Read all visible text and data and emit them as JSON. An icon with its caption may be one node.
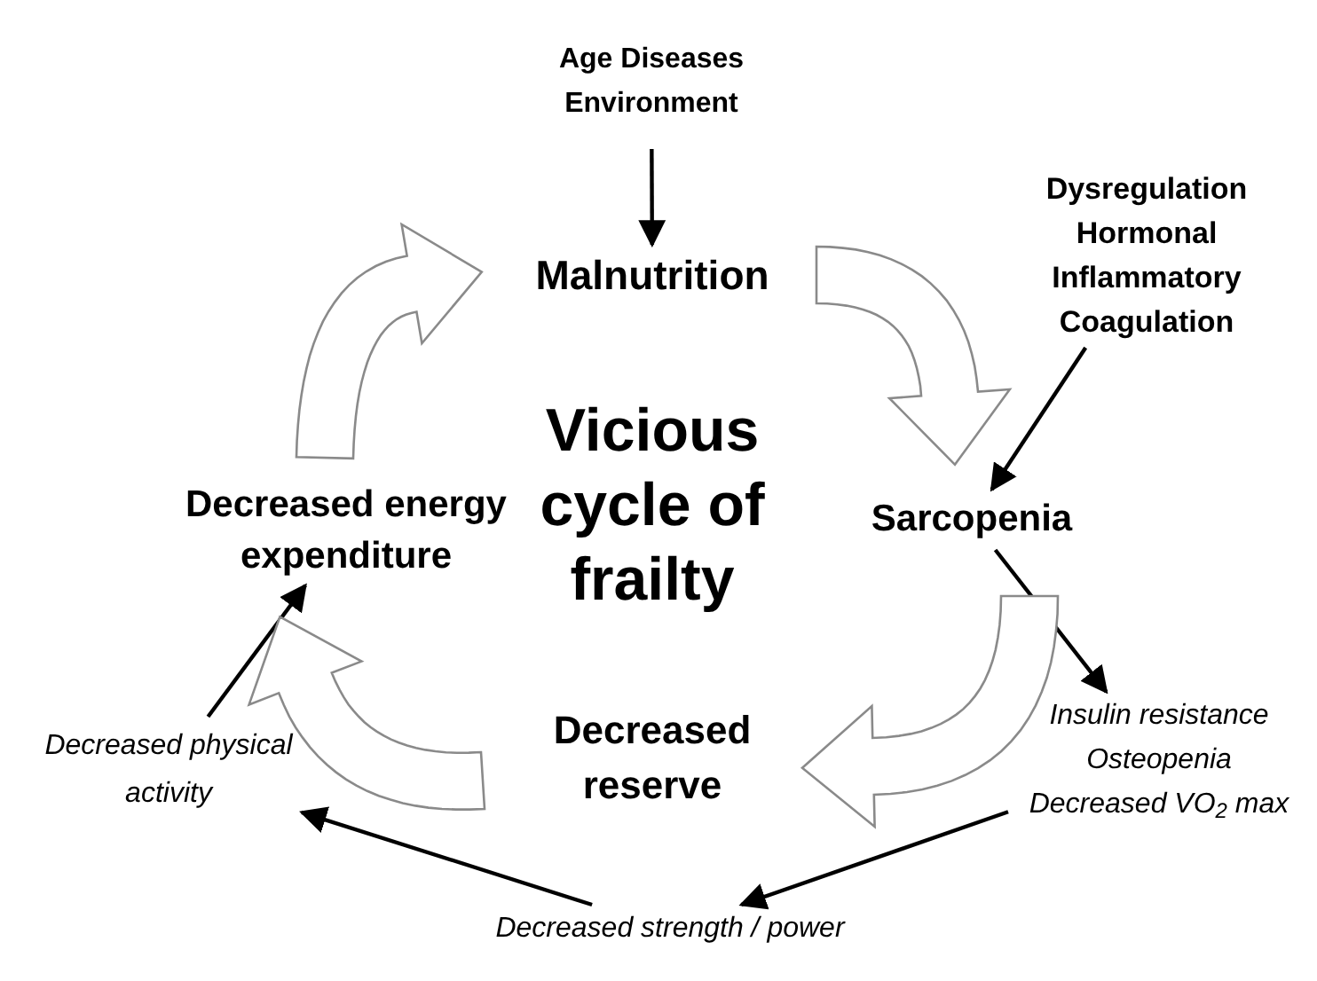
{
  "diagram": {
    "title": "Vicious cycle of frailty",
    "nodes": [
      {
        "text": [
          "Age Diseases Environment"
        ]
      },
      {
        "text": [
          "Malnutrition"
        ]
      },
      {
        "text": [
          "Dysregulation Hormonal Inflammatory Coagulation"
        ]
      },
      {
        "text": [
          "Sarcopenia"
        ]
      },
      {
        "text": [
          "Insulin resistance Osteopenia Decreased VO$_{2}$ max"
        ]
      },
      {
        "text": [
          "Decreased strength / power"
        ]
      },
      {
        "text": [
          "Decreased physical activity"
        ]
      },
      {
        "text": [
          "Decreased energy expenditure"
        ]
      },
      {
        "text": [
          "Decreased reserve"
        ]
      }
    ],
    "edges": [
      {
        "from": 0,
        "to": 1,
        "arrow": "to"
      },
      {
        "from": 1,
        "to": 3,
        "arrow": "to",
        "style": "thick"
      },
      {
        "from": 2,
        "to": 3,
        "arrow": "to"
      },
      {
        "from": 3,
        "to": 4,
        "arrow": "to"
      },
      {
        "from": 3,
        "to": 8,
        "arrow": "to",
        "style": "thick"
      },
      {
        "from": 4,
        "to": 5,
        "arrow": "to"
      },
      {
        "from": 5,
        "to": 6,
        "arrow": "to"
      },
      {
        "from": 6,
        "to": 7,
        "arrow": "to"
      },
      {
        "from": 8,
        "to": 7,
        "arrow": "to",
        "style": "thick"
      },
      {
        "from": 7,
        "to": 1,
        "arrow": "to",
        "style": "thick"
      }
    ]
  }
}
